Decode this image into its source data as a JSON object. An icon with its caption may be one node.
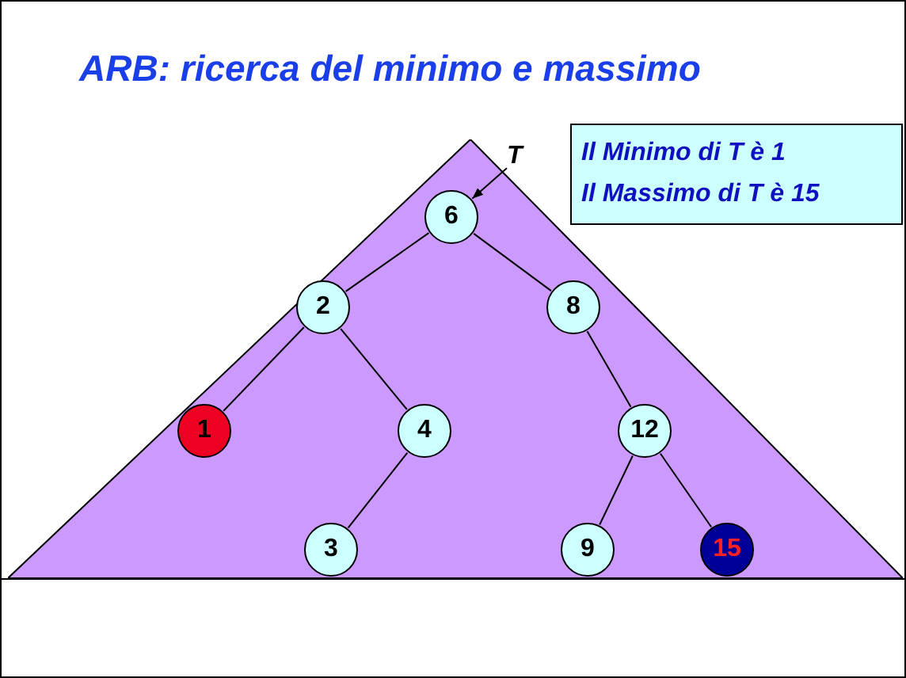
{
  "diagram": {
    "title": "ARB: ricerca del minimo e massimo",
    "nodes": [
      {
        "text": [],
        "shape": "triangle"
      },
      {
        "text": [
          "T"
        ]
      },
      {
        "text": [
          "6"
        ],
        "in": 0
      },
      {
        "text": [
          "2"
        ],
        "in": 0
      },
      {
        "text": [
          "8"
        ],
        "in": 0
      },
      {
        "text": [
          "1"
        ],
        "in": 0
      },
      {
        "text": [
          "4"
        ],
        "in": 0
      },
      {
        "text": [
          "12"
        ],
        "in": 0
      },
      {
        "text": [
          "3"
        ],
        "in": 0
      },
      {
        "text": [
          "9"
        ],
        "in": 0
      },
      {
        "text": [
          "15"
        ],
        "in": 0
      },
      {
        "text": [
          "Il Minimo di T è 1",
          "Il Massimo di T è 15"
        ]
      }
    ],
    "edges": [
      {
        "from": 1,
        "to": 2,
        "arrow": "to"
      },
      {
        "from": 2,
        "to": 3,
        "arrow": "none"
      },
      {
        "from": 2,
        "to": 4,
        "arrow": "none"
      },
      {
        "from": 3,
        "to": 5,
        "arrow": "none"
      },
      {
        "from": 3,
        "to": 6,
        "arrow": "none"
      },
      {
        "from": 6,
        "to": 8,
        "arrow": "none"
      },
      {
        "from": 4,
        "to": 7,
        "arrow": "none"
      },
      {
        "from": 7,
        "to": 9,
        "arrow": "none"
      },
      {
        "from": 7,
        "to": 10,
        "arrow": "none"
      }
    ]
  }
}
